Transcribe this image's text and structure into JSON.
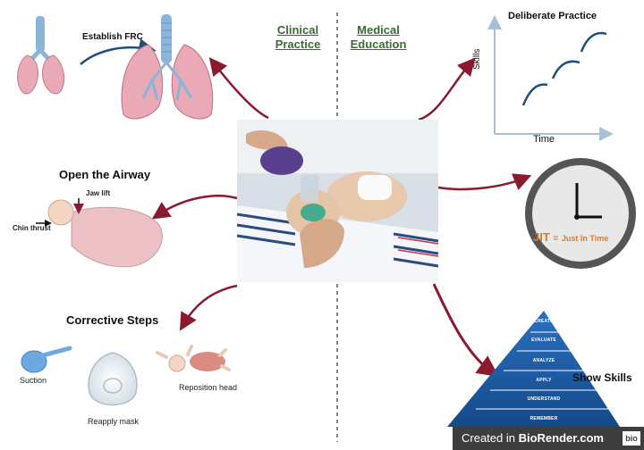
{
  "headers": {
    "clinical_line1": "Clinical",
    "clinical_line2": "Practice",
    "education_line1": "Medical",
    "education_line2": "Education"
  },
  "lungs": {
    "label": "Establish FRC"
  },
  "airway": {
    "title": "Open the Airway",
    "jaw_lift": "Jaw lift",
    "chin_thrust": "Chin thrust"
  },
  "corrective": {
    "title": "Corrective Steps",
    "suction": "Suction",
    "reapply_mask": "Reapply mask",
    "reposition_head": "Reposition head"
  },
  "practice_chart": {
    "title": "Deliberate Practice",
    "ylabel": "Skills",
    "xlabel": "Time"
  },
  "clock": {
    "jit": "JIT",
    "equals": "=",
    "meaning": "Just In Time"
  },
  "pyramid": {
    "title": "Show Skills",
    "levels": [
      "CREATE",
      "EVALUATE",
      "ANALYZE",
      "APPLY",
      "UNDERSTAND",
      "REMEMBER"
    ]
  },
  "footer": {
    "prefix": "Created in ",
    "brand": "BioRender.com",
    "badge": "bio"
  },
  "colors": {
    "arrow": "#8b1a2e",
    "green_heading": "#3b6b35",
    "pyramid_blue": "#1f5fa8",
    "jit_orange": "#e07a1f"
  }
}
